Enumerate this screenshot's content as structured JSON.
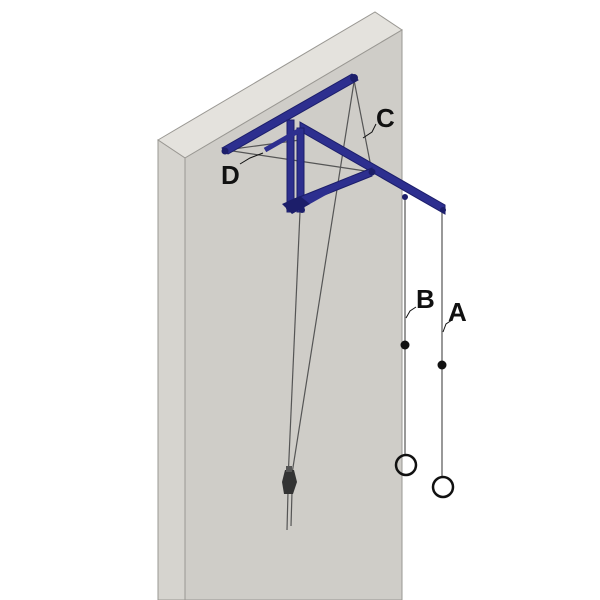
{
  "labels": {
    "a": "A",
    "b": "B",
    "c": "C",
    "d": "D"
  },
  "colors": {
    "background": "#ffffff",
    "wall_front": "#cfcdc8",
    "wall_side": "#dcdad5",
    "wall_top": "#e4e2dd",
    "frame": "#2d2f8f",
    "frame_dark": "#1c1e6a",
    "rope": "#555555",
    "ring": "#111111",
    "device": "#333333"
  }
}
